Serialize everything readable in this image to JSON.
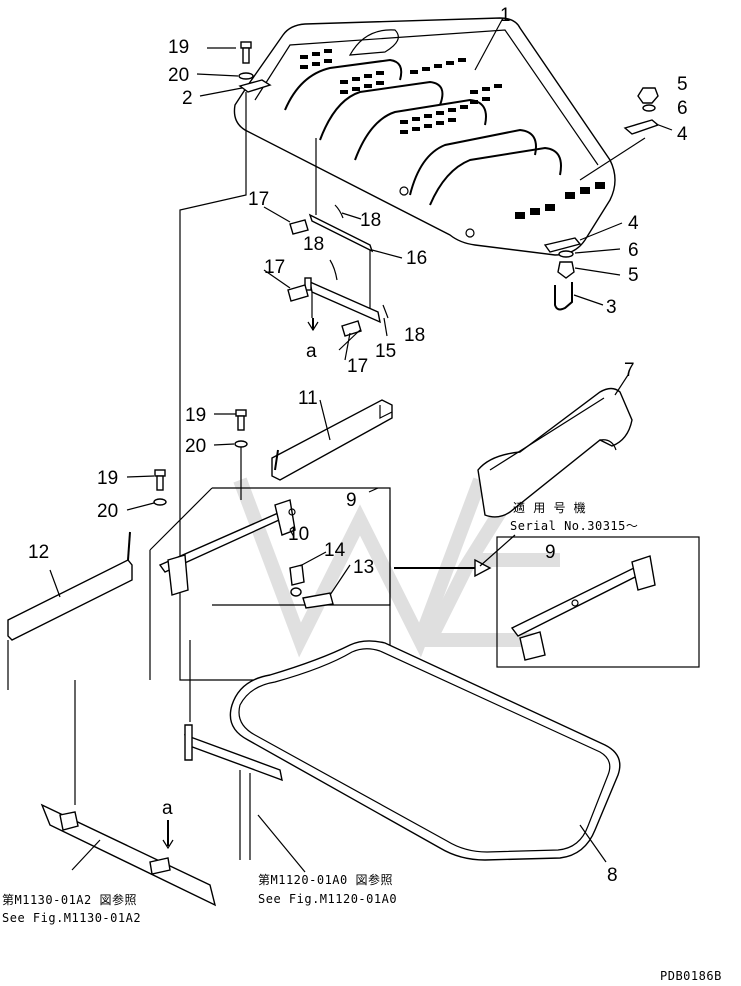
{
  "diagram": {
    "callouts": {
      "c1": "1",
      "c2": "2",
      "c3": "3",
      "c4a": "4",
      "c4b": "4",
      "c5a": "5",
      "c5b": "5",
      "c6a": "6",
      "c6b": "6",
      "c7": "7",
      "c8": "8",
      "c9a": "9",
      "c9b": "9",
      "c10": "10",
      "c11": "11",
      "c12": "12",
      "c13": "13",
      "c14": "14",
      "c15": "15",
      "c16": "16",
      "c17a": "17",
      "c17b": "17",
      "c17c": "17",
      "c18a": "18",
      "c18b": "18",
      "c18c": "18",
      "c19a": "19",
      "c19b": "19",
      "c19c": "19",
      "c20a": "20",
      "c20b": "20",
      "c20c": "20",
      "a1": "a",
      "a2": "a"
    },
    "notes": {
      "serial_jp": "適 用 号 機",
      "serial_en": "Serial No.30315～",
      "ref1_jp": "第M1130-01A2 図参照",
      "ref1_en": "See Fig.M1130-01A2",
      "ref2_jp": "第M1120-01A0 図参照",
      "ref2_en": "See Fig.M1120-01A0",
      "drawing_code": "PDB0186B"
    }
  }
}
